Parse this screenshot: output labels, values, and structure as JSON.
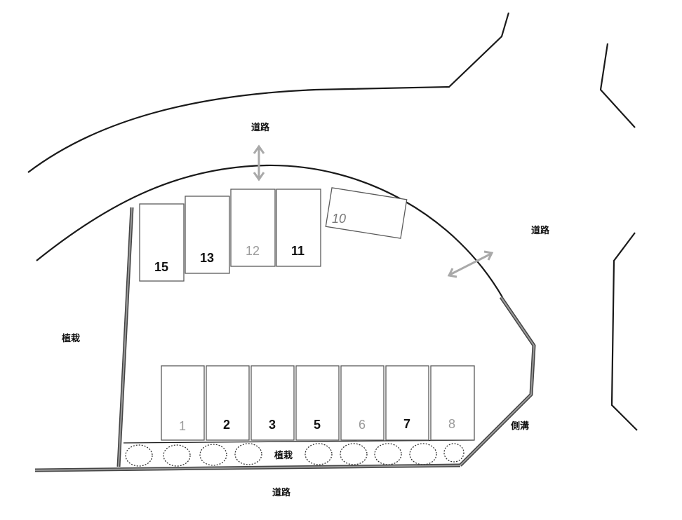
{
  "labels": {
    "road_top": "道路",
    "road_right": "道路",
    "road_bottom": "道路",
    "planting_left": "植栽",
    "planting_bottom": "植栽",
    "side_ditch": "側溝"
  },
  "spaces": {
    "s15": "15",
    "s13": "13",
    "s12": "12",
    "s11": "11",
    "s10": "10",
    "s1": "1",
    "s2": "2",
    "s3": "3",
    "s5": "5",
    "s6": "6",
    "s7": "7",
    "s8": "8"
  },
  "colors": {
    "space_number_dark": "#111111",
    "space_number_grey": "#9a9a9a",
    "wall": "#444444",
    "access_arrow": "#a9a9a9"
  }
}
